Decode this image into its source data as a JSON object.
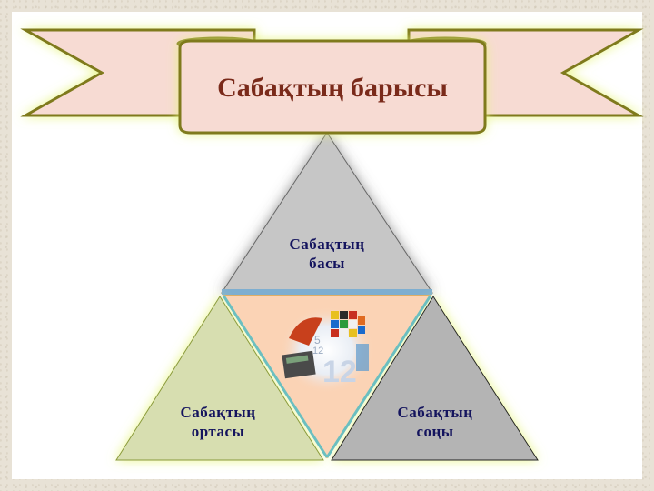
{
  "banner": {
    "title": "Сабақтың барысы"
  },
  "triangles": {
    "top": {
      "line1": "Сабақтың",
      "line2": "басы",
      "color": "#c6c6c6"
    },
    "left": {
      "line1": "Сабақтың",
      "line2": "ортасы",
      "color": "#d7deb0"
    },
    "right": {
      "line1": "Сабақтың",
      "line2": "соңы",
      "color": "#b4b4b4"
    },
    "center": {
      "color": "#fbd3b5",
      "image": "math-collage-image"
    }
  },
  "colors": {
    "ribbon_fill": "#f7dbd3",
    "ribbon_border": "#7f7a1e",
    "title_text": "#7a2a1a",
    "label_text": "#14145e",
    "glow": "#e6f57a"
  }
}
